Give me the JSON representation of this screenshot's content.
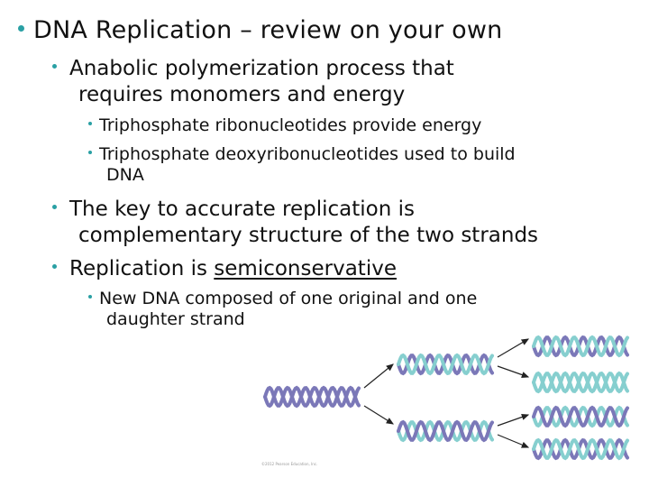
{
  "slide": {
    "title": "DNA Replication – review on your own",
    "bullets": [
      {
        "lines": [
          "Anabolic polymerization process that",
          "requires monomers and energy"
        ],
        "sub": [
          {
            "lines": [
              "Triphosphate ribonucleotides provide energy"
            ]
          },
          {
            "lines": [
              "Triphosphate deoxyribonucleotides used to build",
              "DNA"
            ]
          }
        ]
      },
      {
        "lines": [
          "The key to accurate replication is",
          "complementary structure of the two strands"
        ]
      },
      {
        "prefix": "Replication is ",
        "emphasis": "semiconservative",
        "sub": [
          {
            "lines": [
              "New DNA composed of one original and one",
              "daughter strand"
            ]
          }
        ]
      }
    ]
  },
  "figure": {
    "credit": "©2012 Pearson Education, Inc.",
    "colors": {
      "original_strand": "#7b78b8",
      "daughter_strand": "#86cfcf",
      "arrow": "#222222"
    }
  }
}
